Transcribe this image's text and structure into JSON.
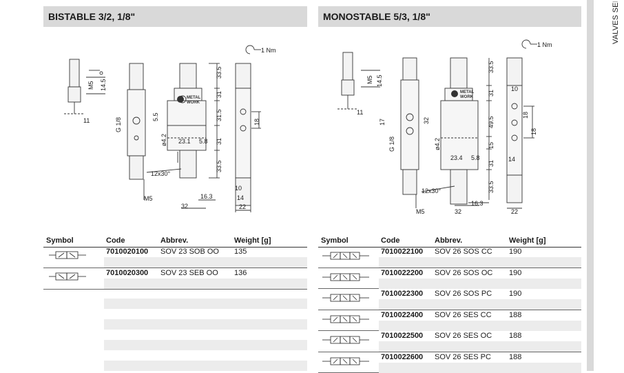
{
  "left": {
    "title": "BISTABLE 3/2, 1/8\"",
    "dims": {
      "nm": "1 Nm",
      "m5_top": "M5",
      "d14_5": "14.5",
      "d11": "11",
      "g18": "G 1/8",
      "d5_5": "5.5",
      "d4_2": "ø4.2",
      "d23_1": "23.1",
      "d5_8": "5.8",
      "d12x30": "12x30°",
      "m5_bot": "M5",
      "d16_3": "16.3",
      "d32": "32",
      "d33_5a": "33.5",
      "d31a": "31",
      "d31_5": "31.5",
      "d31b": "31",
      "d33_5b": "33.5",
      "d18": "18",
      "d10": "10",
      "d14": "14",
      "d22": "22",
      "logo1": "METAL",
      "logo2": "WORK"
    },
    "table": {
      "headers": [
        "Symbol",
        "Code",
        "Abbrev.",
        "Weight [g]"
      ],
      "rows": [
        {
          "code": "7010020100",
          "abbrev": "SOV 23 SOB OO",
          "weight": "135"
        },
        {
          "code": "7010020300",
          "abbrev": "SOV 23 SEB OO",
          "weight": "136"
        }
      ]
    }
  },
  "right": {
    "title": "MONOSTABLE 5/3, 1/8\"",
    "dims": {
      "nm": "1 Nm",
      "m5_top": "M5",
      "d14_5": "14.5",
      "d11": "11",
      "d17": "17",
      "g18": "G 1/8",
      "d32": "32",
      "d4_2": "ø4.2",
      "d23_4": "23.4",
      "d5_8": "5.8",
      "d12x30": "12x30°",
      "m5_bot": "M5",
      "d16_3": "16.3",
      "d32b": "32",
      "d33_5a": "33.5",
      "d31a": "31",
      "d49_5": "49.5",
      "d15": "15",
      "d31b": "31",
      "d33_5b": "33.5",
      "d10": "10",
      "d18a": "18",
      "d18b": "18",
      "d14": "14",
      "d22": "22",
      "logo1": "METAL",
      "logo2": "WORK"
    },
    "table": {
      "headers": [
        "Symbol",
        "Code",
        "Abbrev.",
        "Weight [g]"
      ],
      "rows": [
        {
          "code": "7010022100",
          "abbrev": "SOV 26 SOS CC",
          "weight": "190"
        },
        {
          "code": "7010022200",
          "abbrev": "SOV 26 SOS OC",
          "weight": "190"
        },
        {
          "code": "7010022300",
          "abbrev": "SOV 26 SOS PC",
          "weight": "190"
        },
        {
          "code": "7010022400",
          "abbrev": "SOV 26 SES CC",
          "weight": "188"
        },
        {
          "code": "7010022500",
          "abbrev": "SOV 26 SES OC",
          "weight": "188"
        },
        {
          "code": "7010022600",
          "abbrev": "SOV 26 SES PC",
          "weight": "188"
        }
      ]
    }
  },
  "side_label": "VALVES SER"
}
